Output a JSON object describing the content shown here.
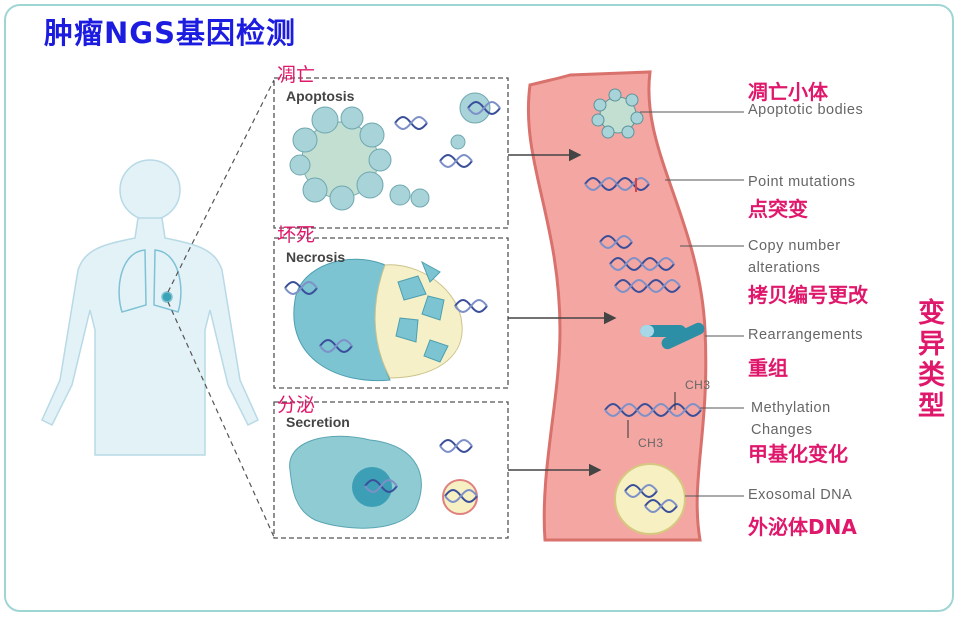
{
  "title": "肿瘤NGS基因检测",
  "sources": [
    {
      "cn": "凋亡",
      "en": "Apoptosis"
    },
    {
      "cn": "坏死",
      "en": "Necrosis"
    },
    {
      "cn": "分泌",
      "en": "Secretion"
    }
  ],
  "variants": [
    {
      "en": "Apoptotic bodies",
      "cn": "凋亡小体"
    },
    {
      "en": "Point mutations",
      "cn": "点突变"
    },
    {
      "en": "Copy number alterations",
      "cn": "拷贝编号更改"
    },
    {
      "en": "Rearrangements",
      "cn": "重组"
    },
    {
      "en": "Methylation Changes",
      "cn": "甲基化变化"
    },
    {
      "en": "Exosomal DNA",
      "cn": "外泌体DNA"
    }
  ],
  "methyl_label": "CH3",
  "side_label": "变异类型",
  "colors": {
    "title": "#1c1ce0",
    "accent": "#e0186c",
    "vessel": "#f4a7a2",
    "cell": "#8fcbd3"
  }
}
